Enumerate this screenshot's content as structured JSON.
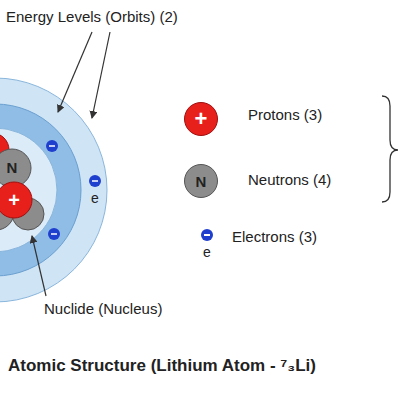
{
  "diagram": {
    "title": "Atomic Structure (Lithium Atom - ⁷₃Li)",
    "labels": [
      "Energy Levels (Orbits) (2)",
      "N",
      "+",
      "e",
      "Nuclide (Nucleus)",
      "+",
      "N",
      "e"
    ],
    "legend": [
      {
        "text": "Protons (3)",
        "color": "#e8201c"
      },
      {
        "text": "Neutrons (4)",
        "color": "#8c8c8c"
      },
      {
        "text": "Electrons (3)",
        "color": "#1f3fcf"
      }
    ]
  }
}
